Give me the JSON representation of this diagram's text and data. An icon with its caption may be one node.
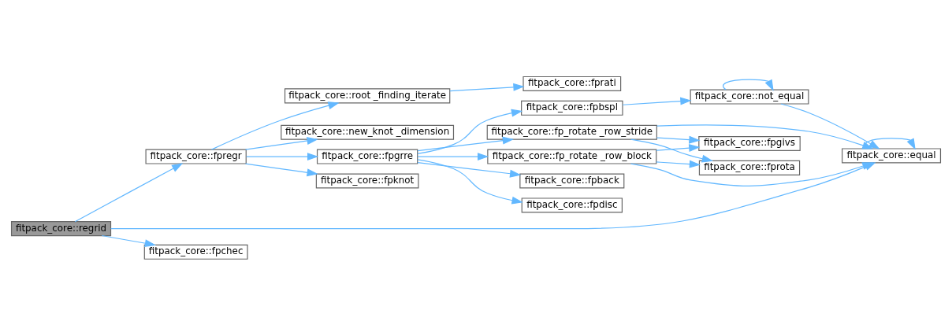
{
  "diagram": {
    "nodes": [
      {
        "text": [
          "fitpack_core::regrid"
        ]
      },
      {
        "text": [
          "fitpack_core::fpregr"
        ]
      },
      {
        "text": [
          "fitpack_core::root _finding_iterate"
        ]
      },
      {
        "text": [
          "fitpack_core::fprati"
        ]
      },
      {
        "text": [
          "fitpack_core::fpknot"
        ]
      },
      {
        "text": [
          "fitpack_core::new_knot _dimension"
        ]
      },
      {
        "text": [
          "fitpack_core::fpgrre"
        ]
      },
      {
        "text": [
          "fitpack_core::fpbspl"
        ]
      },
      {
        "text": [
          "fitpack_core::not_equal"
        ]
      },
      {
        "text": [
          "fitpack_core::fp_rotate _row_stride"
        ]
      },
      {
        "text": [
          "fitpack_core::fpgivs"
        ]
      },
      {
        "text": [
          "fitpack_core::equal"
        ]
      },
      {
        "text": [
          "fitpack_core::fp_rotate _row_block"
        ]
      },
      {
        "text": [
          "fitpack_core::fprota"
        ]
      },
      {
        "text": [
          "fitpack_core::fpback"
        ]
      },
      {
        "text": [
          "fitpack_core::fpdisc"
        ]
      },
      {
        "text": [
          "fitpack_core::fpchec"
        ]
      }
    ],
    "edges": [
      {
        "from": 0,
        "to": 1,
        "arrow": "to"
      },
      {
        "from": 0,
        "to": 11,
        "arrow": "to"
      },
      {
        "from": 0,
        "to": 16,
        "arrow": "to"
      },
      {
        "from": 1,
        "to": 2,
        "arrow": "to"
      },
      {
        "from": 1,
        "to": 4,
        "arrow": "to"
      },
      {
        "from": 1,
        "to": 5,
        "arrow": "to"
      },
      {
        "from": 1,
        "to": 6,
        "arrow": "to"
      },
      {
        "from": 2,
        "to": 3,
        "arrow": "to"
      },
      {
        "from": 6,
        "to": 7,
        "arrow": "to"
      },
      {
        "from": 6,
        "to": 9,
        "arrow": "to"
      },
      {
        "from": 6,
        "to": 12,
        "arrow": "to"
      },
      {
        "from": 6,
        "to": 14,
        "arrow": "to"
      },
      {
        "from": 6,
        "to": 15,
        "arrow": "to"
      },
      {
        "from": 7,
        "to": 8,
        "arrow": "to"
      },
      {
        "from": 8,
        "to": 8,
        "arrow": "to"
      },
      {
        "from": 8,
        "to": 11,
        "arrow": "to"
      },
      {
        "from": 9,
        "to": 11,
        "arrow": "to"
      },
      {
        "from": 9,
        "to": 10,
        "arrow": "to"
      },
      {
        "from": 9,
        "to": 13,
        "arrow": "to"
      },
      {
        "from": 12,
        "to": 10,
        "arrow": "to"
      },
      {
        "from": 12,
        "to": 13,
        "arrow": "to"
      },
      {
        "from": 12,
        "to": 11,
        "arrow": "to"
      },
      {
        "from": 11,
        "to": 11,
        "arrow": "to"
      }
    ]
  }
}
